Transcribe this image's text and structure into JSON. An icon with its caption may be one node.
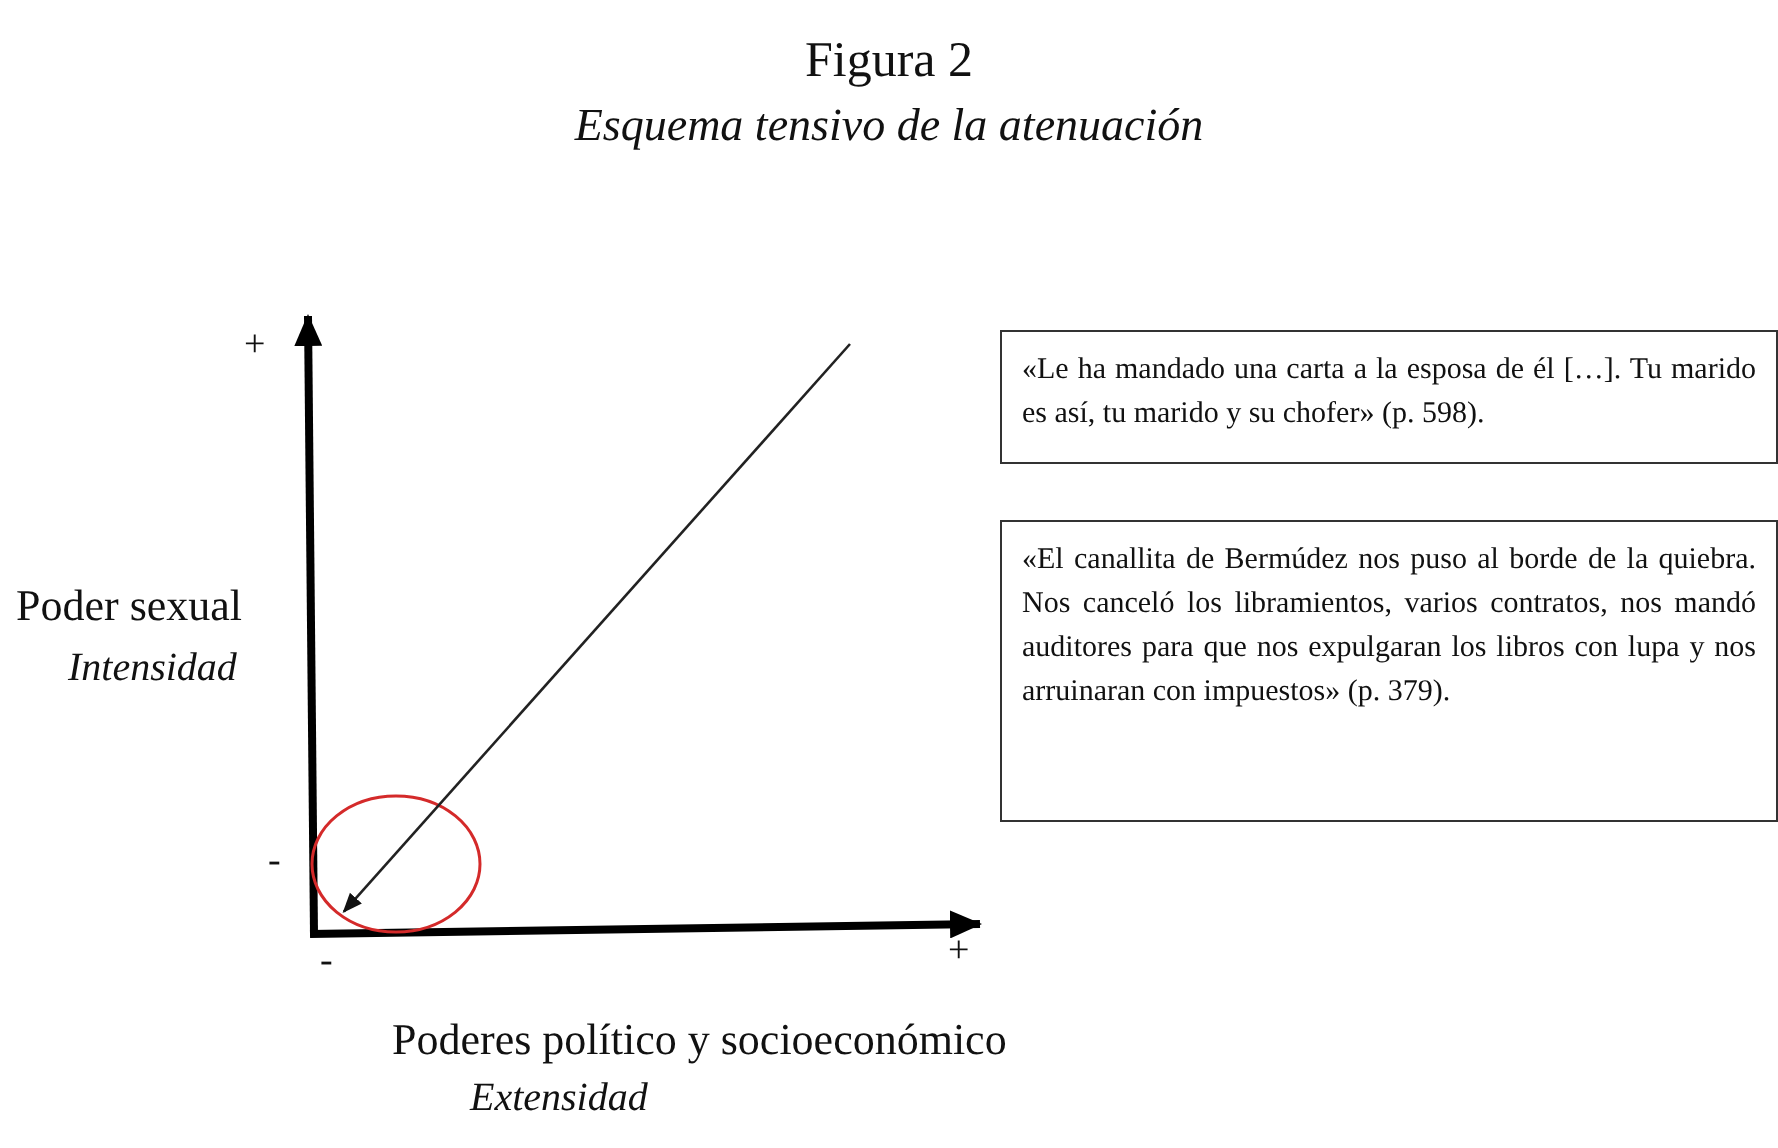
{
  "diagram": {
    "title": "Figura 2",
    "nodes": [
      {
        "text": [
          "«Le ha mandado una carta a la esposa de él […]. Tu marido es así, tu marido y su chofer» (p. 598)."
        ]
      },
      {
        "text": [
          "«El canallita de Bermúdez nos puso al borde de la quiebra. Nos canceló los libramientos, varios contratos, nos mandó auditores para que nos expulgaran los libros con lupa y nos arruinaran con impuestos» (p. 379)."
        ]
      },
      {
        "text": [],
        "shape": "circle"
      }
    ],
    "edges": [
      {
        "from": null,
        "to": 2,
        "arrow": "to"
      }
    ],
    "labels": [
      "Esquema tensivo de la atenuación",
      "+",
      "Poder sexual",
      "Intensidad",
      "-",
      "-",
      "+",
      "Poderes político y socioeconómico",
      "Extensidad"
    ]
  }
}
